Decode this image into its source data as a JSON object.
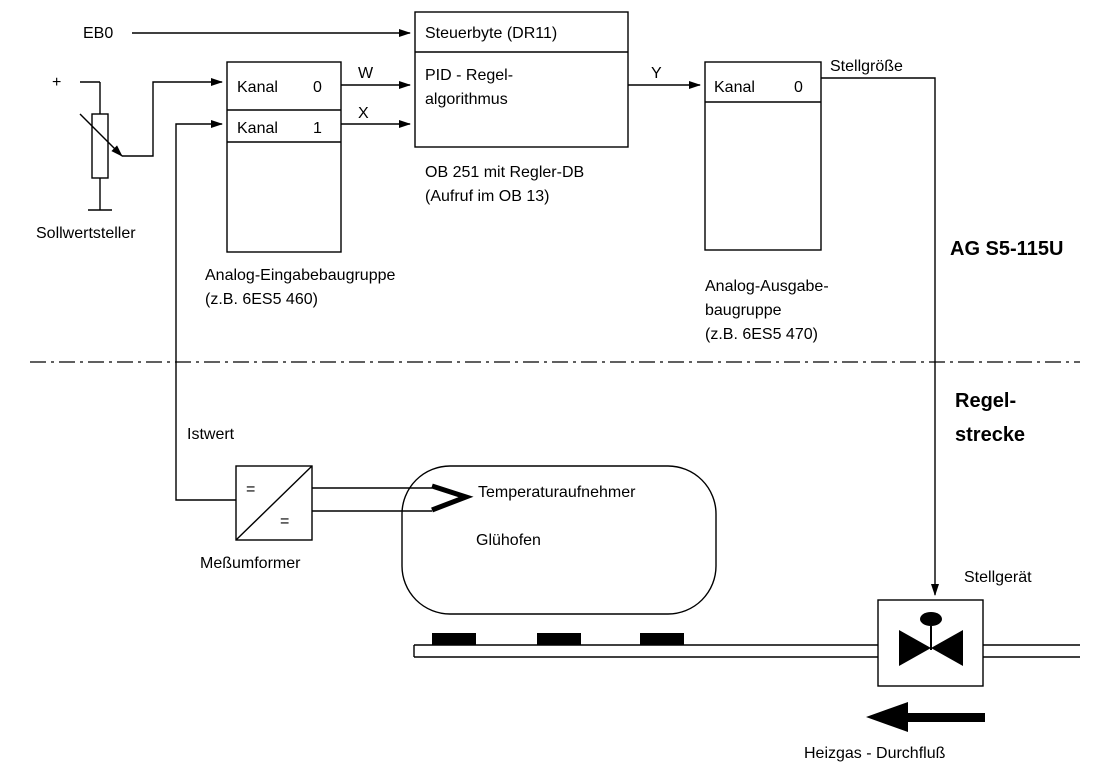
{
  "texts": {
    "eb0": "EB0",
    "plus": "+",
    "sollwertsteller": "Sollwertsteller",
    "kanal0_in": "Kanal",
    "kanal0_in_num": "0",
    "kanal1_in": "Kanal",
    "kanal1_in_num": "1",
    "w": "W",
    "x": "X",
    "steuerbyte": "Steuerbyte (DR11)",
    "pid_line1": "PID - Regel-",
    "pid_line2": "algorithmus",
    "y": "Y",
    "kanal0_out": "Kanal",
    "kanal0_out_num": "0",
    "stellgroesse": "Stellgröße",
    "ob_line1": "OB 251 mit Regler-DB",
    "ob_line2": "(Aufruf  im OB 13)",
    "ag": "AG S5-115U",
    "aeb_line1": "Analog-Eingabebaugruppe",
    "aeb_line2": "(z.B. 6ES5 460)",
    "aab_line1": "Analog-Ausgabe-",
    "aab_line2": "baugruppe",
    "aab_line3": "(z.B. 6ES5 470)",
    "regel": "Regel-",
    "strecke": "strecke",
    "istwert": "Istwert",
    "eq_top": "=",
    "eq_bottom": "=",
    "messumformer": "Meßumformer",
    "temperaturaufnehmer": "Temperaturaufnehmer",
    "gluehofen": "Glühofen",
    "stellgeraet": "Stellgerät",
    "heizgas": "Heizgas - Durchfluß"
  }
}
